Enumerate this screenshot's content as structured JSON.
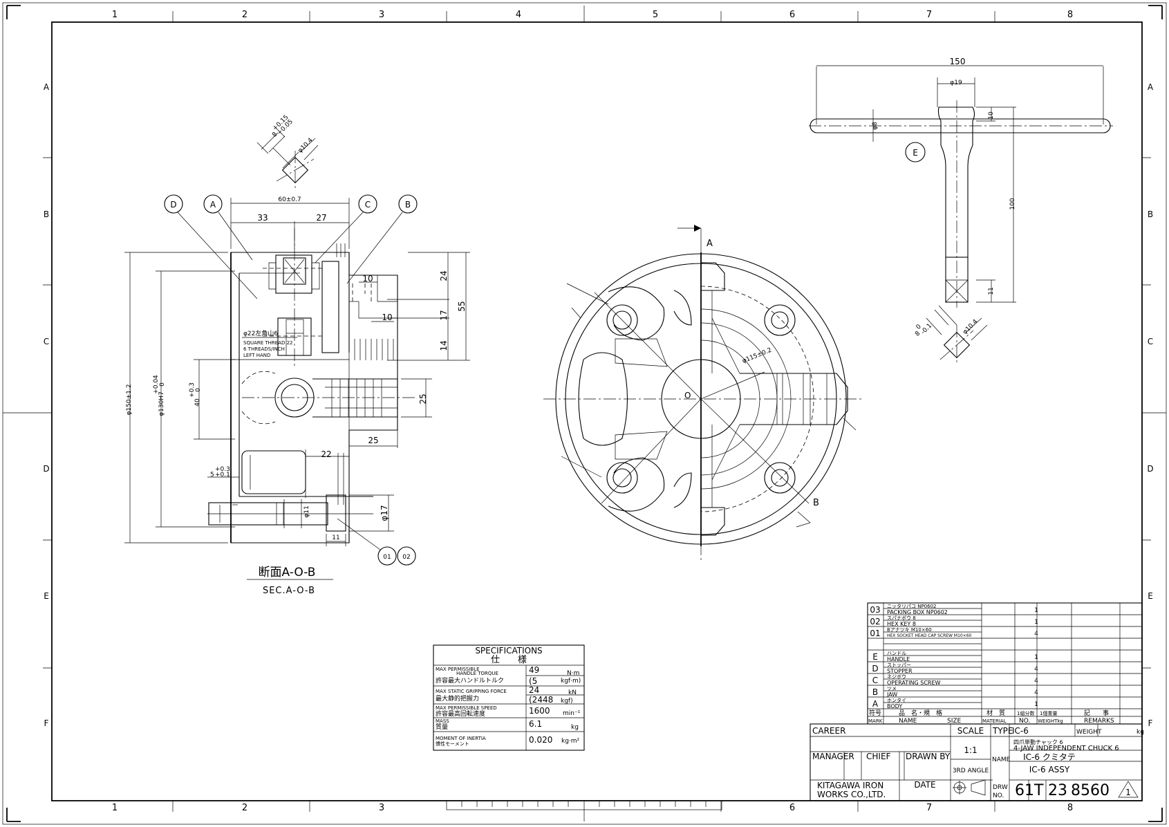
{
  "border": {
    "cols": [
      "1",
      "2",
      "3",
      "4",
      "5",
      "6",
      "7",
      "8"
    ],
    "rows": [
      "A",
      "B",
      "C",
      "D",
      "E",
      "F"
    ]
  },
  "section": {
    "title_jp": "断面A-O-B",
    "title_en": "SEC.A-O-B",
    "dims": {
      "top_total": "60±0.7",
      "left_part": "33",
      "right_part": "27",
      "d150": "φ150±1.2",
      "d130_main": "φ130H7",
      "d130_tol_up": "+0.04",
      "d130_tol_low": "0",
      "h40_main": "40",
      "h40_tol_up": "+0.3",
      "h40_tol_low": "0",
      "h24": "24",
      "h17": "17",
      "h14": "14",
      "h55": "55",
      "w10a": "10",
      "w10b": "10",
      "h25": "25",
      "w25": "25",
      "w22": "22",
      "d17": "φ17",
      "d11": "φ11",
      "w11": "11",
      "s5_main": "5",
      "s5_up": "+0.3",
      "s5_low": "+0.1"
    },
    "thread_jp": "φ22左角山6",
    "thread_en1": "SQUARE THREAD 22",
    "thread_en2": "6 THREADS/INCH",
    "thread_en3": "LEFT HAND",
    "balloons": [
      "D",
      "A",
      "C",
      "B",
      "01",
      "02"
    ]
  },
  "square_detail": {
    "size_main": "8",
    "size_up": "+0.15",
    "size_low": "+0.05",
    "diameter": "φ10.4"
  },
  "front_view": {
    "label_a": "A",
    "label_b": "B",
    "label_o": "O",
    "pcd": "φ115±0.2"
  },
  "handle": {
    "length": "150",
    "d19": "φ19",
    "d8": "φ8",
    "h10": "10",
    "h100": "100",
    "h11": "11",
    "balloon": "E",
    "sq_size_main": "8",
    "sq_size_tol": "-0.1",
    "sq_size_tol2": "0",
    "sq_diameter": "φ10.4"
  },
  "specs": {
    "title": "SPECIFICATIONS",
    "title_jp": "仕　　様",
    "rows": [
      {
        "en": "MAX PERMISSIBLE",
        "en2": "HANDLE TORQUE",
        "jp": "許容最大ハンドルトルク",
        "v1": "49",
        "u1": "N·m",
        "v2": "(5",
        "u2": "kgf·m)"
      },
      {
        "en": "MAX STATIC GRIPPING FORCE",
        "en2": "",
        "jp": "最大静的把握力",
        "v1": "24",
        "u1": "kN",
        "v2": "(2448",
        "u2": "kgf)"
      },
      {
        "en": "MAX PERMISSIBLE SPEED",
        "en2": "",
        "jp": "許容最高回転速度",
        "v1": "1600",
        "u1": "min⁻¹",
        "v2": "",
        "u2": ""
      },
      {
        "en": "MASS",
        "en2": "",
        "jp": "質量",
        "v1": "6.1",
        "u1": "kg",
        "v2": "",
        "u2": ""
      },
      {
        "en": "MOMENT OF INERTIA",
        "en2": "",
        "jp": "慣性モーメント",
        "v1": "0.020",
        "u1": "kg·m²",
        "v2": "",
        "u2": ""
      }
    ]
  },
  "parts": {
    "rows": [
      {
        "mark": "03",
        "jp": "ニッタリパコ NP0602",
        "en": "PACKING BOX NP0602",
        "qty": "1"
      },
      {
        "mark": "02",
        "jp": "スパナボウ 8",
        "en": "HEX KEY 8",
        "qty": "1"
      },
      {
        "mark": "01",
        "jp": "Bアナツキ M10×60",
        "en": "HEX SOCKET HEAD CAP SCREW M10×60",
        "qty": "4"
      },
      {
        "mark": "E",
        "jp": "ハンドル",
        "en": "HANDLE",
        "qty": "1"
      },
      {
        "mark": "D",
        "jp": "ストッパー",
        "en": "STOPPER",
        "qty": "4"
      },
      {
        "mark": "C",
        "jp": "ネジボウ",
        "en": "OPERATING SCREW",
        "qty": "4"
      },
      {
        "mark": "B",
        "jp": "ツメ",
        "en": "JAW",
        "qty": "4"
      },
      {
        "mark": "A",
        "jp": "ホンタイ",
        "en": "BODY",
        "qty": "1"
      }
    ],
    "header": {
      "mark_jp": "符号",
      "mark": "MARK",
      "name_jp": "品　名・規　格",
      "name": "NAME",
      "size": "SIZE",
      "material_jp": "材　質",
      "material": "MATERIAL",
      "no_jp": "1組分数",
      "no": "NO.",
      "weight_jp": "1個重量",
      "weight": "WEIGHTkg",
      "remarks_jp": "記　　事",
      "remarks": "REMARKS"
    }
  },
  "title_block": {
    "career": "CAREER",
    "scale_label": "SCALE",
    "scale": "1:1",
    "angle": "3RD ANGLE",
    "type_label": "TYPE",
    "type": "IC-6",
    "weight_label": "WEIGHT",
    "weight_unit": "kg",
    "manager": "MANAGER",
    "chief": "CHIEF",
    "drawn_by": "DRAWN BY",
    "date": "DATE",
    "company1": "KITAGAWA IRON",
    "company2": "WORKS CO.,LTD.",
    "name_label": "NAME",
    "name_jp": "四爪単動チャック 6",
    "name_en": "4-JAW INDEPENDENT CHUCK 6",
    "name2": "IC-6 クミタテ",
    "name3": "IC-6 ASSY",
    "drw_label1": "DRW",
    "drw_label2": "NO.",
    "drw_a": "61T",
    "drw_b": "23",
    "drw_c": "8560",
    "revision": "1"
  }
}
